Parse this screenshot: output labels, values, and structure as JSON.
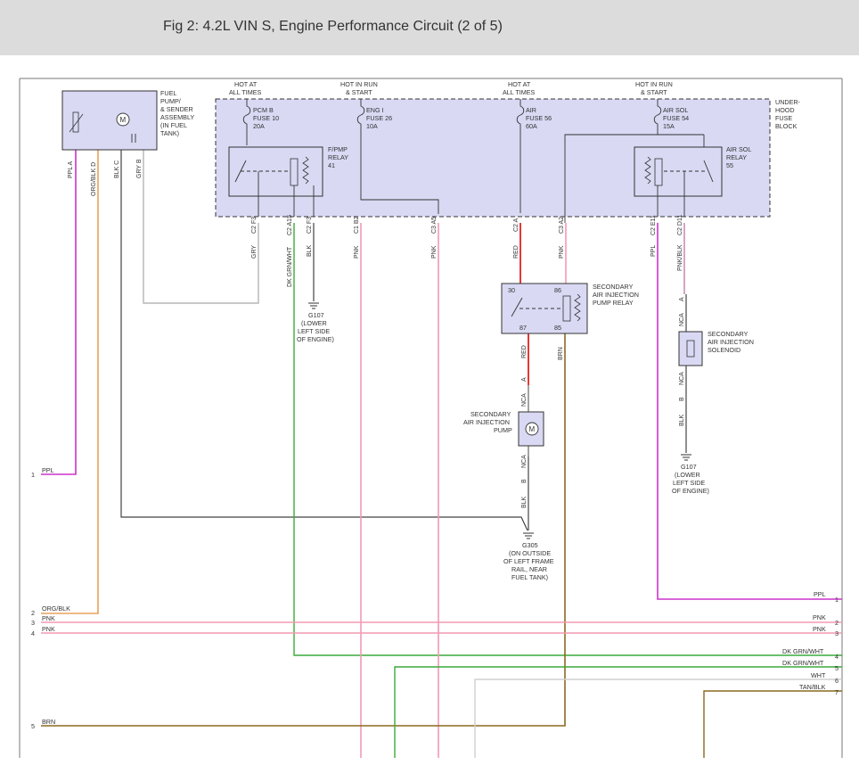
{
  "title": "Fig 2: 4.2L VIN S, Engine Performance Circuit (2 of 5)",
  "colors": {
    "header_bg": "#dcdcdc",
    "fuse_block_fill": "#d9d9f4",
    "relay_fill": "#d9d9f4",
    "wire_ppl": "#cc33cc",
    "wire_org_blk": "#e8a25a",
    "wire_pnk": "#f29ab2",
    "wire_red": "#e02222",
    "wire_grn": "#3caa3c",
    "wire_brn": "#8a6a1f",
    "wire_blk": "#444444",
    "wire_gry": "#b5b5b5"
  },
  "fuse_pump": {
    "lines": [
      "FUEL",
      "PUMP/",
      "& SENDER",
      "ASSEMBLY",
      "(IN FUEL",
      "TANK)"
    ],
    "motor": "M",
    "pins": [
      "PPL A",
      "ORG/BLK D",
      "BLK C",
      "GRY B"
    ]
  },
  "fuse_block": {
    "label": [
      "UNDER-",
      "HOOD",
      "FUSE",
      "BLOCK"
    ],
    "fuses": [
      {
        "head": [
          "HOT AT",
          "ALL TIMES"
        ],
        "name": [
          "PCM B",
          "FUSE 10",
          "20A"
        ]
      },
      {
        "head": [
          "HOT IN RUN",
          "& START"
        ],
        "name": [
          "ENG I",
          "FUSE 26",
          "10A"
        ]
      },
      {
        "head": [
          "HOT AT",
          "ALL TIMES"
        ],
        "name": [
          "AIR",
          "FUSE 56",
          "60A"
        ]
      },
      {
        "head": [
          "HOT IN RUN",
          "& START"
        ],
        "name": [
          "AIR SOL",
          "FUSE 54",
          "15A"
        ]
      }
    ],
    "relays": [
      [
        "F/PMP",
        "RELAY",
        "41"
      ],
      [
        "AIR SOL",
        "RELAY",
        "55"
      ]
    ],
    "connectors": [
      "C2 F3",
      "C2 A15",
      "C2 F3",
      "C1 B2",
      "C3 A5",
      "C2 A",
      "C3 A2",
      "C2 E11",
      "C2 D11"
    ]
  },
  "wire_labels": [
    "GRY",
    "DK GRN/WHT",
    "BLK",
    "PNK",
    "PNK",
    "RED",
    "PNK",
    "PPL",
    "PNK/BLK"
  ],
  "g107_left": {
    "id": "G107",
    "desc": [
      "(LOWER",
      "LEFT SIDE",
      "OF ENGINE)"
    ]
  },
  "g107_right": {
    "id": "G107",
    "desc": [
      "(LOWER",
      "LEFT SIDE",
      "OF ENGINE)"
    ]
  },
  "sec_relay": {
    "label": [
      "SECONDARY",
      "AIR INJECTION",
      "PUMP RELAY"
    ],
    "pins": [
      "30",
      "86",
      "87",
      "85"
    ],
    "wires_below": [
      "RED",
      "BRN"
    ]
  },
  "sec_pump": {
    "label": [
      "SECONDARY",
      "AIR INJECTION",
      "PUMP"
    ],
    "motor": "M",
    "pins": [
      "A",
      "NCA",
      "NCA",
      "B",
      "BLK"
    ]
  },
  "sec_solenoid": {
    "label": [
      "SECONDARY",
      "AIR INJECTION",
      "SOLENOID"
    ],
    "pins": [
      "A",
      "NCA",
      "NCA",
      "B",
      "BLK"
    ]
  },
  "g305": {
    "id": "G305",
    "desc": [
      "(ON OUTSIDE",
      "OF LEFT FRAME",
      "RAIL, NEAR",
      "FUEL TANK)"
    ]
  },
  "left_connectors": [
    {
      "num": "1",
      "label": "PPL"
    },
    {
      "num": "2",
      "label": "ORG/BLK"
    },
    {
      "num": "3",
      "label": "PNK"
    },
    {
      "num": "4",
      "label": "PNK"
    },
    {
      "num": "5",
      "label": "BRN"
    }
  ],
  "right_connectors": [
    {
      "num": "1",
      "label": "PPL"
    },
    {
      "num": "2",
      "label": "PNK"
    },
    {
      "num": "3",
      "label": "PNK"
    },
    {
      "num": "4",
      "label": "DK GRN/WHT"
    },
    {
      "num": "5",
      "label": "DK GRN/WHT"
    },
    {
      "num": "6",
      "label": "WHT"
    },
    {
      "num": "7",
      "label": "TAN/BLK"
    }
  ]
}
